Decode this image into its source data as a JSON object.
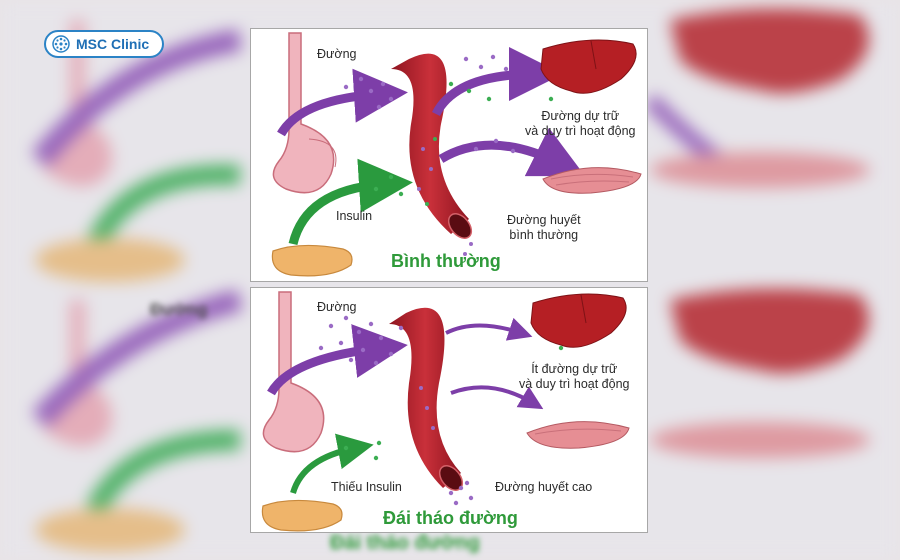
{
  "brand": {
    "name": "MSC Clinic",
    "color": "#1f6fb5"
  },
  "colors": {
    "sugar": "#8a4bb0",
    "insulin": "#2fa646",
    "vessel": "#b0202a",
    "liver": "#b51f24",
    "title": "#2f9a3a"
  },
  "panels": [
    {
      "title": "Bình thường",
      "labels": {
        "sugar": "Đường",
        "storage": "Đường dự trữ\nvà duy trì hoạt động",
        "insulin": "Insulin",
        "blood_sugar": "Đường huyết\nbình thường"
      }
    },
    {
      "title": "Đái tháo đường",
      "labels": {
        "sugar": "Đường",
        "storage": "Ít đường dự trữ\nvà duy trì hoạt động",
        "insulin": "Thiếu Insulin",
        "blood_sugar": "Đường huyết cao"
      }
    }
  ],
  "icons": [
    "stomach-icon",
    "pancreas-icon",
    "blood-vessel-icon",
    "liver-icon",
    "muscle-icon",
    "sugar-arrow-icon",
    "insulin-arrow-icon",
    "msc-logo-icon"
  ]
}
